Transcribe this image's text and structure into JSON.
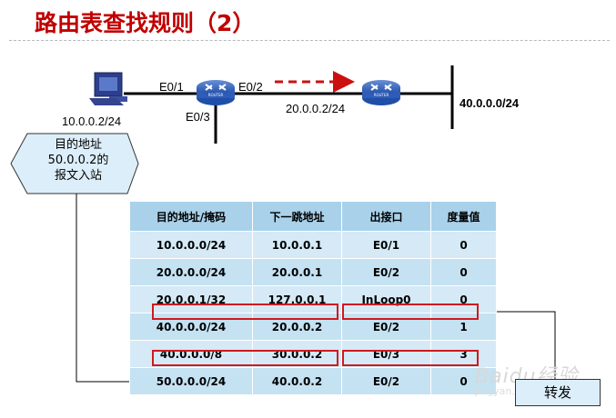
{
  "title": "路由表查找规则（2）",
  "network": {
    "pc_address": "10.0.0.2/24",
    "port_e01": "E0/1",
    "port_e02": "E0/2",
    "port_e03": "E0/3",
    "link_address": "20.0.0.2/24",
    "far_network": "40.0.0.0/24",
    "router_label": "ROUTER"
  },
  "callout": {
    "line1": "目的地址",
    "line2": "50.0.0.2的",
    "line3": "报文入站"
  },
  "table": {
    "headers": [
      "目的地址/掩码",
      "下一跳地址",
      "出接口",
      "度量值"
    ],
    "rows": [
      [
        "10.0.0.0/24",
        "10.0.0.1",
        "E0/1",
        "0"
      ],
      [
        "20.0.0.0/24",
        "20.0.0.1",
        "E0/2",
        "0"
      ],
      [
        "20.0.0.1/32",
        "127.0.0.1",
        "InLoop0",
        "0"
      ],
      [
        "40.0.0.0/24",
        "20.0.0.2",
        "E0/2",
        "1"
      ],
      [
        "40.0.0.0/8",
        "30.0.0.2",
        "E0/3",
        "3"
      ],
      [
        "50.0.0.0/24",
        "40.0.0.2",
        "E0/2",
        "0"
      ]
    ]
  },
  "forward_label": "转发",
  "watermark": {
    "text": "Baidu经验",
    "url": "jingyan.baidu.com"
  },
  "colors": {
    "title": "#c00000",
    "highlight": "#d0191f",
    "arrow_dashed": "#cc1010",
    "table_header": "#a9d1ea",
    "table_row": "#d5eaf6",
    "callout_fill": "#dceefa"
  }
}
